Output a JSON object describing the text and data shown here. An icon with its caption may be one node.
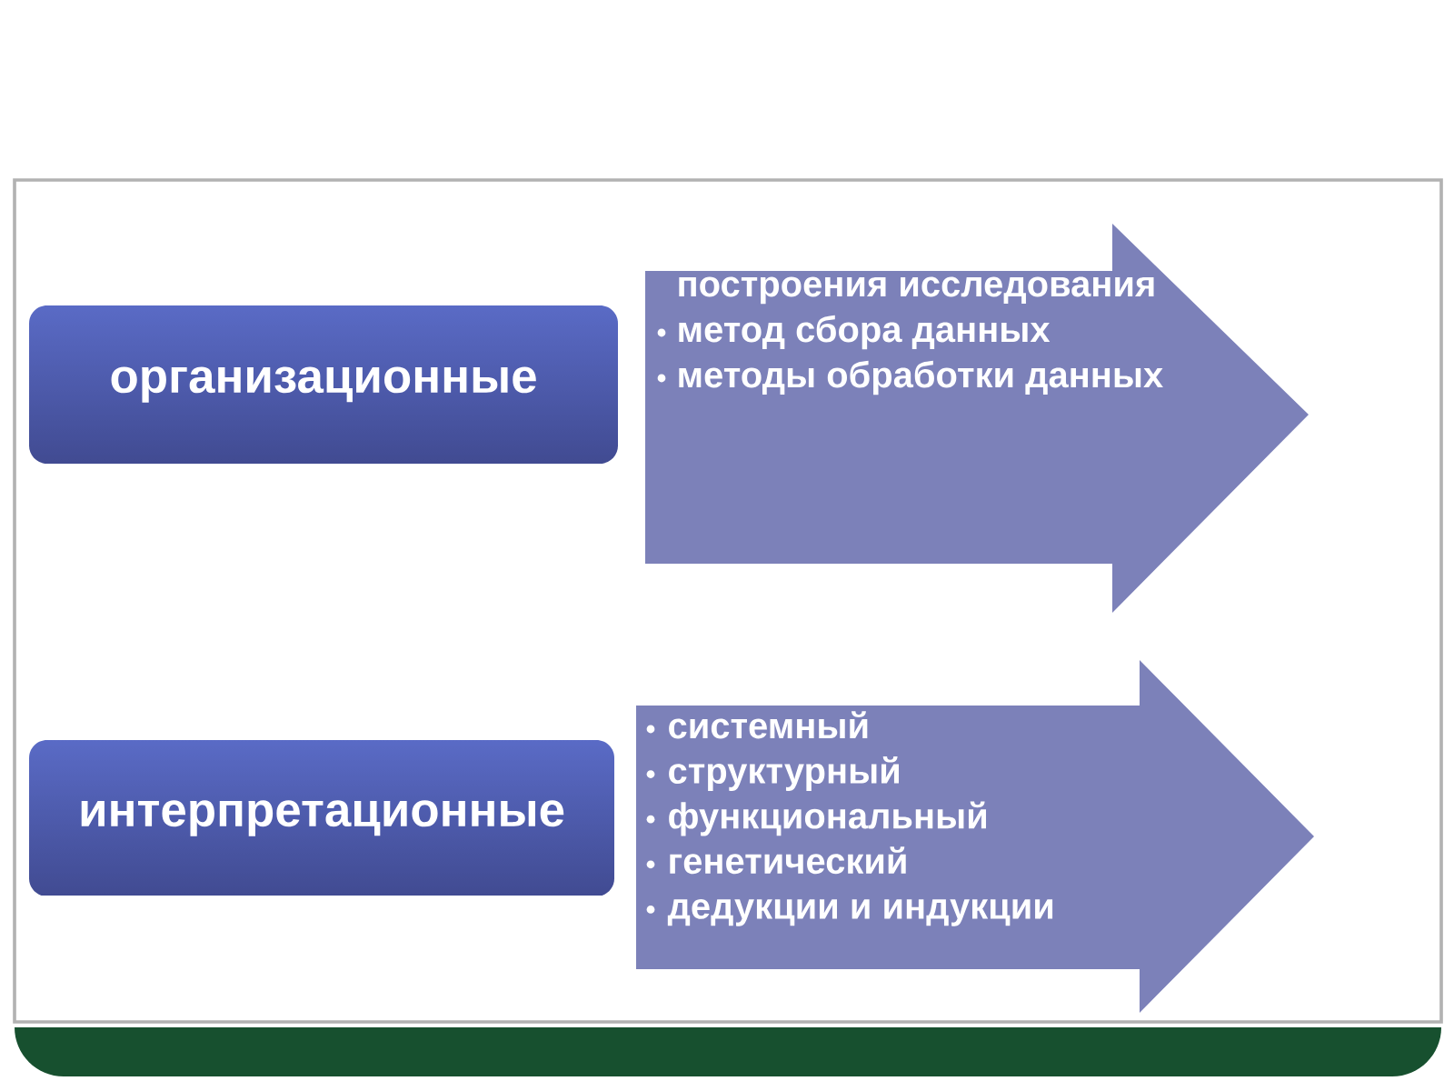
{
  "diagram": {
    "nodes": [
      {
        "text": [
          "организационные"
        ]
      },
      {
        "text": [
          "построения исследования",
          "метод сбора данных",
          "методы обработки данных"
        ]
      },
      {
        "text": [
          "интерпретационные"
        ]
      },
      {
        "text": [
          "системный",
          "структурный",
          "функциональный",
          "генетический",
          "дедукции и индукции"
        ]
      }
    ]
  }
}
